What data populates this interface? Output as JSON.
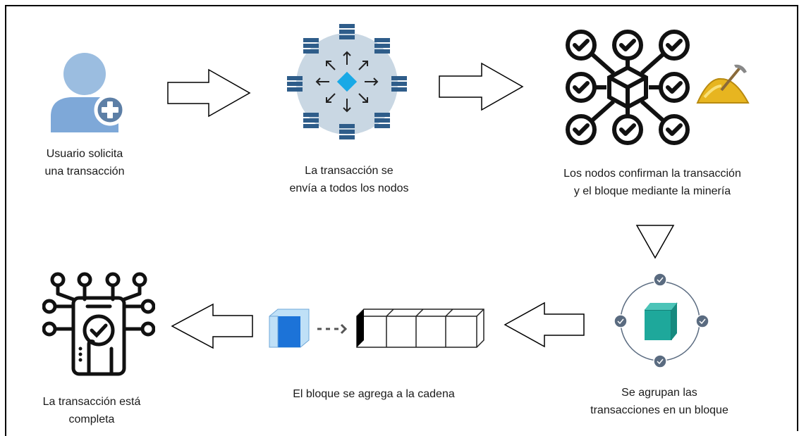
{
  "diagram": {
    "steps": [
      {
        "id": "user_request",
        "lines": [
          "Usuario solicita",
          "una transacción"
        ]
      },
      {
        "id": "broadcast",
        "lines": [
          "La transacción se",
          "envía a todos los nodos"
        ]
      },
      {
        "id": "confirm",
        "lines": [
          "Los nodos confirman la transacción",
          "y el bloque mediante la minería"
        ]
      },
      {
        "id": "group",
        "lines": [
          "Se agrupan las",
          "transacciones en un bloque"
        ]
      },
      {
        "id": "append",
        "lines": [
          "El bloque se agrega a la cadena"
        ]
      },
      {
        "id": "complete",
        "lines": [
          "La transacción está",
          "completa"
        ]
      }
    ],
    "colors": {
      "user_head": "#9bbde0",
      "user_body": "#7ea8d8",
      "plus_badge": "#5d7fa6",
      "network_circle": "#c9d7e3",
      "server": "#2f5d8a",
      "diamond": "#19a9e6",
      "mining_gold": "#e7b520",
      "cube_teal": "#1ea89b",
      "block_blue": "#1c73d8"
    }
  }
}
